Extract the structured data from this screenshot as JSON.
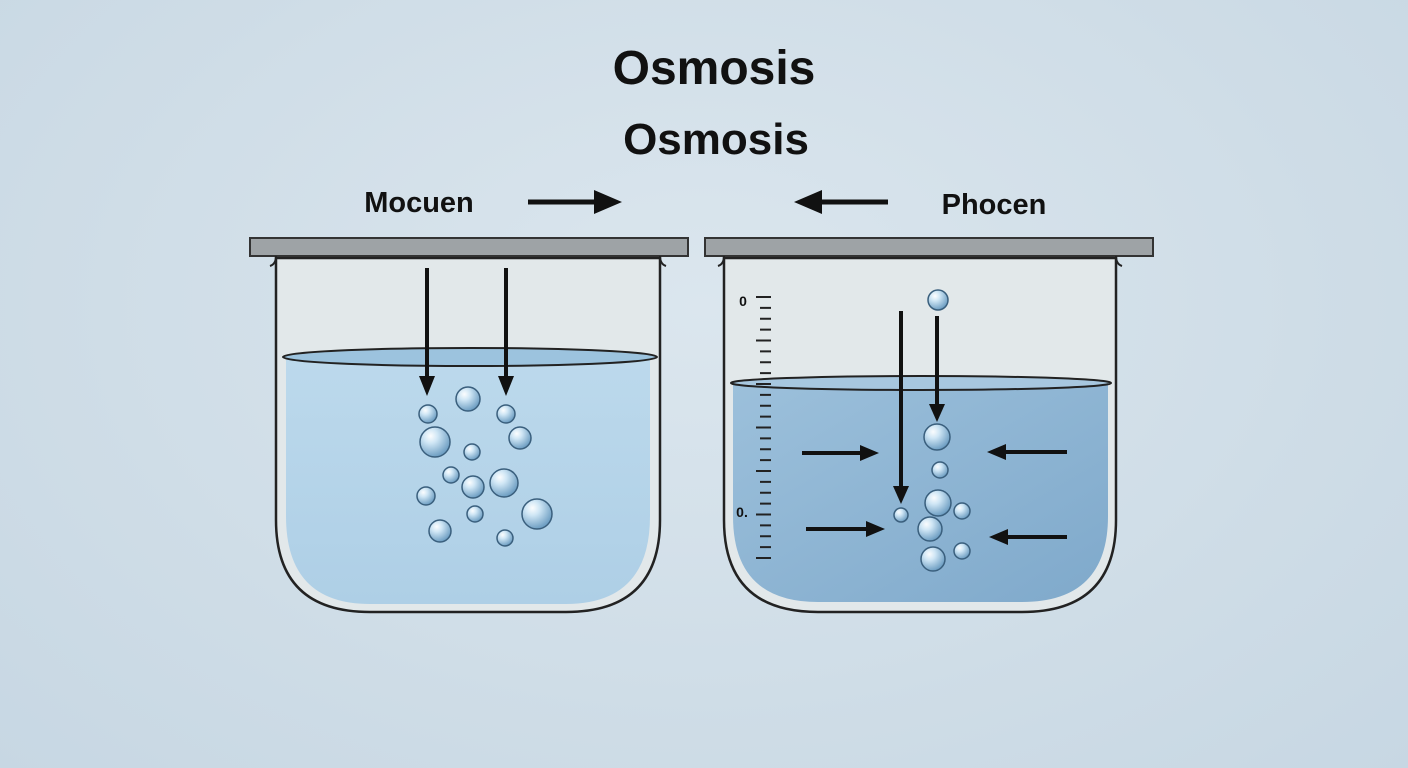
{
  "title_primary": "Osmosis",
  "title_secondary": "Osmosis",
  "left_label": "Mocuen",
  "right_label": "Phocen",
  "scale_labels": {
    "top": "0",
    "bottom": "0."
  },
  "colors": {
    "background": "#cfdde7",
    "left_water": "#b4d3e8",
    "right_water": "#8db5d3",
    "glass": "#e3e8ea",
    "rim": "#9da2a6",
    "arrow": "#111111"
  },
  "icons": {
    "arrow": "arrow-icon",
    "molecule": "water-molecule-icon"
  }
}
